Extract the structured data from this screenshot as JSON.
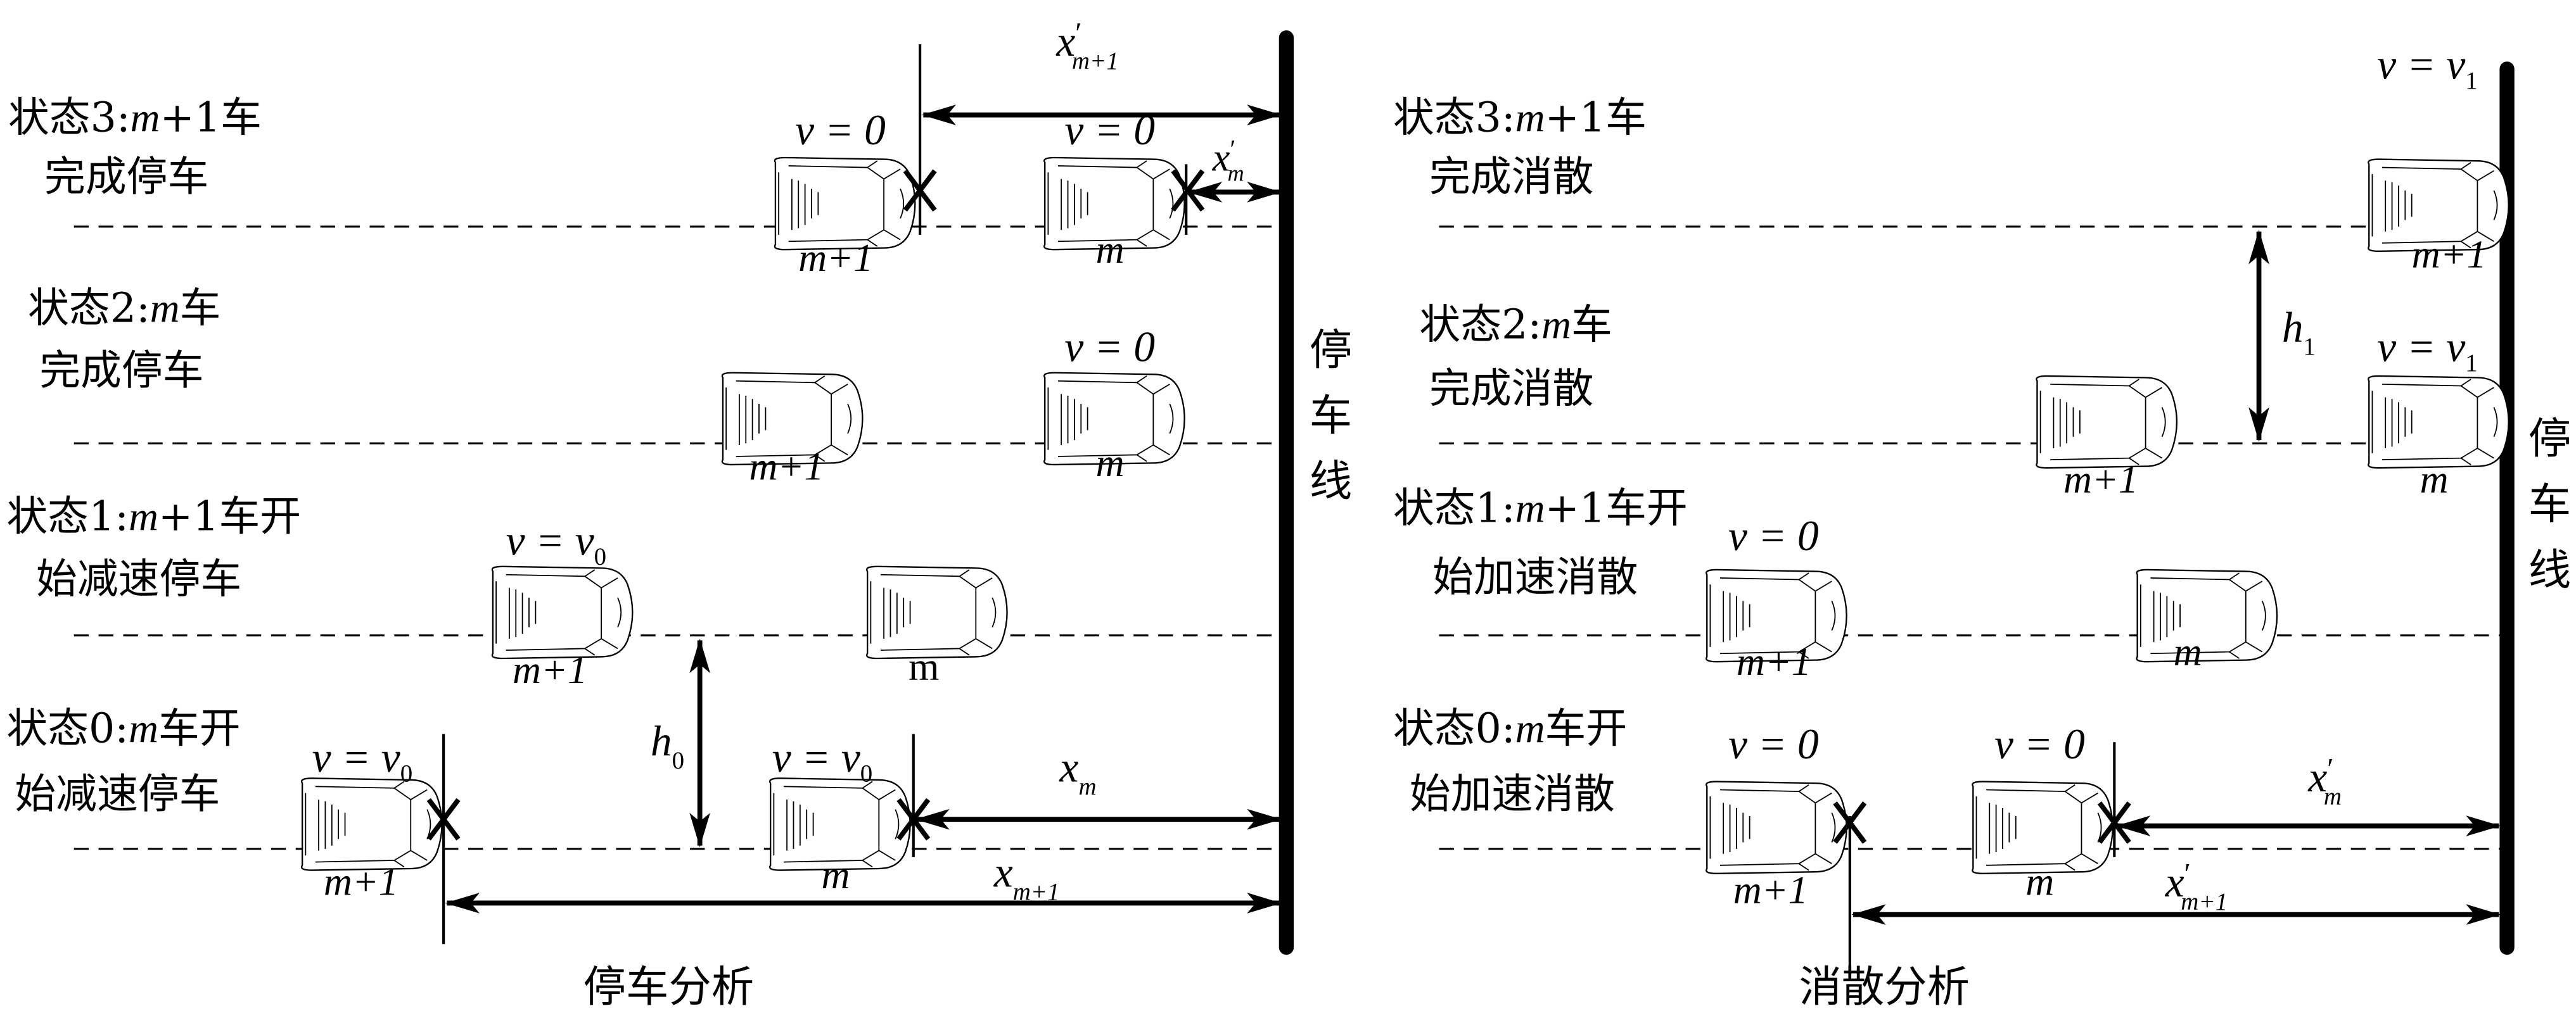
{
  "left_panel": {
    "caption": "停车分析",
    "stop_line_label": [
      "停",
      "车",
      "线"
    ],
    "states": [
      {
        "id": 3,
        "line1": "状态3:",
        "line1_var": "m",
        "line1_rest": "+1车",
        "line2": "完成停车"
      },
      {
        "id": 2,
        "line1": "状态2:",
        "line1_var": "m",
        "line1_rest": "车",
        "line2": "完成停车"
      },
      {
        "id": 1,
        "line1": "状态1:",
        "line1_var": "m",
        "line1_rest": "+1车开",
        "line2": "始减速停车"
      },
      {
        "id": 0,
        "line1": "状态0:",
        "line1_var": "m",
        "line1_rest": "车开",
        "line2": "始减速停车"
      }
    ],
    "vehicles": {
      "s3_m1_speed": "v = 0",
      "s3_m_speed": "v = 0",
      "s2_m_speed": "v = 0",
      "s1_m1_speed_v": "v = v",
      "s1_m1_speed_sub": "0",
      "s0_m1_speed_v": "v = v",
      "s0_m1_speed_sub": "0",
      "s0_m_speed_v": "v = v",
      "s0_m_speed_sub": "0",
      "label_m": "m",
      "label_m1": "m+1",
      "label_m_upright": "m"
    },
    "distances": {
      "x_prime_m1": {
        "base": "x",
        "prime": "′",
        "sub": "m+1"
      },
      "x_prime_m": {
        "base": "x",
        "prime": "′",
        "sub": "m"
      },
      "x_m": {
        "base": "x",
        "sub": "m"
      },
      "x_m1": {
        "base": "x",
        "sub": "m+1"
      },
      "h0": {
        "base": "h",
        "sub": "0"
      }
    }
  },
  "right_panel": {
    "caption": "消散分析",
    "stop_line_label": [
      "停",
      "车",
      "线"
    ],
    "states": [
      {
        "id": 3,
        "line1": "状态3:",
        "line1_var": "m",
        "line1_rest": "+1车",
        "line2": "完成消散"
      },
      {
        "id": 2,
        "line1": "状态2:",
        "line1_var": "m",
        "line1_rest": "车",
        "line2": "完成消散"
      },
      {
        "id": 1,
        "line1": "状态1:",
        "line1_var": "m",
        "line1_rest": "+1车开",
        "line2": "始加速消散"
      },
      {
        "id": 0,
        "line1": "状态0:",
        "line1_var": "m",
        "line1_rest": "车开",
        "line2": "始加速消散"
      }
    ],
    "vehicles": {
      "s3_m1_speed_v": "v = v",
      "s3_m1_speed_sub": "1",
      "s2_m_speed_v": "v = v",
      "s2_m_speed_sub": "1",
      "s1_m1_speed": "v = 0",
      "s0_m1_speed": "v = 0",
      "s0_m_speed": "v = 0",
      "label_m": "m",
      "label_m1": "m+1"
    },
    "distances": {
      "x_prime_m": {
        "base": "x",
        "prime": "′",
        "sub": "m"
      },
      "x_prime_m1": {
        "base": "x",
        "prime": "′",
        "sub": "m+1"
      },
      "h1": {
        "base": "h",
        "sub": "1"
      }
    }
  }
}
